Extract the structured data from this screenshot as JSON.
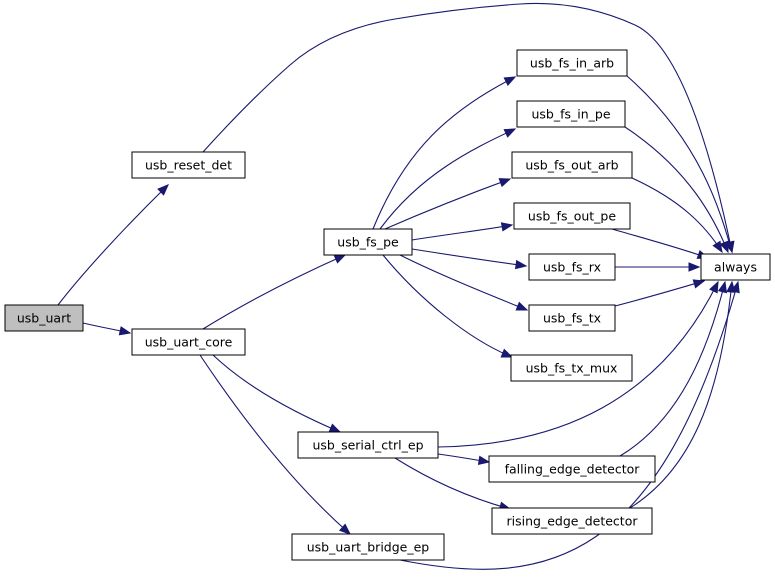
{
  "graph": {
    "nodes": [
      {
        "id": "usb_uart",
        "label": "usb_uart",
        "root": true
      },
      {
        "id": "usb_reset_det",
        "label": "usb_reset_det"
      },
      {
        "id": "usb_uart_core",
        "label": "usb_uart_core"
      },
      {
        "id": "usb_fs_pe",
        "label": "usb_fs_pe"
      },
      {
        "id": "usb_fs_in_arb",
        "label": "usb_fs_in_arb"
      },
      {
        "id": "usb_fs_in_pe",
        "label": "usb_fs_in_pe"
      },
      {
        "id": "usb_fs_out_arb",
        "label": "usb_fs_out_arb"
      },
      {
        "id": "usb_fs_out_pe",
        "label": "usb_fs_out_pe"
      },
      {
        "id": "usb_fs_rx",
        "label": "usb_fs_rx"
      },
      {
        "id": "usb_fs_tx",
        "label": "usb_fs_tx"
      },
      {
        "id": "usb_fs_tx_mux",
        "label": "usb_fs_tx_mux"
      },
      {
        "id": "always",
        "label": "always"
      },
      {
        "id": "usb_serial_ctrl_ep",
        "label": "usb_serial_ctrl_ep"
      },
      {
        "id": "falling_edge_detector",
        "label": "falling_edge_detector"
      },
      {
        "id": "rising_edge_detector",
        "label": "rising_edge_detector"
      },
      {
        "id": "usb_uart_bridge_ep",
        "label": "usb_uart_bridge_ep"
      }
    ],
    "edges": [
      {
        "from": "usb_uart",
        "to": "usb_reset_det"
      },
      {
        "from": "usb_uart",
        "to": "usb_uart_core"
      },
      {
        "from": "usb_reset_det",
        "to": "always"
      },
      {
        "from": "usb_uart_core",
        "to": "usb_fs_pe"
      },
      {
        "from": "usb_uart_core",
        "to": "usb_serial_ctrl_ep"
      },
      {
        "from": "usb_uart_core",
        "to": "usb_uart_bridge_ep"
      },
      {
        "from": "usb_fs_pe",
        "to": "usb_fs_in_arb"
      },
      {
        "from": "usb_fs_pe",
        "to": "usb_fs_in_pe"
      },
      {
        "from": "usb_fs_pe",
        "to": "usb_fs_out_arb"
      },
      {
        "from": "usb_fs_pe",
        "to": "usb_fs_out_pe"
      },
      {
        "from": "usb_fs_pe",
        "to": "usb_fs_rx"
      },
      {
        "from": "usb_fs_pe",
        "to": "usb_fs_tx"
      },
      {
        "from": "usb_fs_pe",
        "to": "usb_fs_tx_mux"
      },
      {
        "from": "usb_fs_in_arb",
        "to": "always"
      },
      {
        "from": "usb_fs_in_pe",
        "to": "always"
      },
      {
        "from": "usb_fs_out_arb",
        "to": "always"
      },
      {
        "from": "usb_fs_out_pe",
        "to": "always"
      },
      {
        "from": "usb_fs_rx",
        "to": "always"
      },
      {
        "from": "usb_fs_tx",
        "to": "always"
      },
      {
        "from": "usb_serial_ctrl_ep",
        "to": "always"
      },
      {
        "from": "usb_serial_ctrl_ep",
        "to": "falling_edge_detector"
      },
      {
        "from": "usb_serial_ctrl_ep",
        "to": "rising_edge_detector"
      },
      {
        "from": "falling_edge_detector",
        "to": "always"
      },
      {
        "from": "rising_edge_detector",
        "to": "always"
      },
      {
        "from": "usb_uart_bridge_ep",
        "to": "always"
      }
    ],
    "colors": {
      "edge": "#191970",
      "root_fill": "#bfbfbf",
      "node_fill": "#ffffff",
      "border": "#000000"
    }
  }
}
